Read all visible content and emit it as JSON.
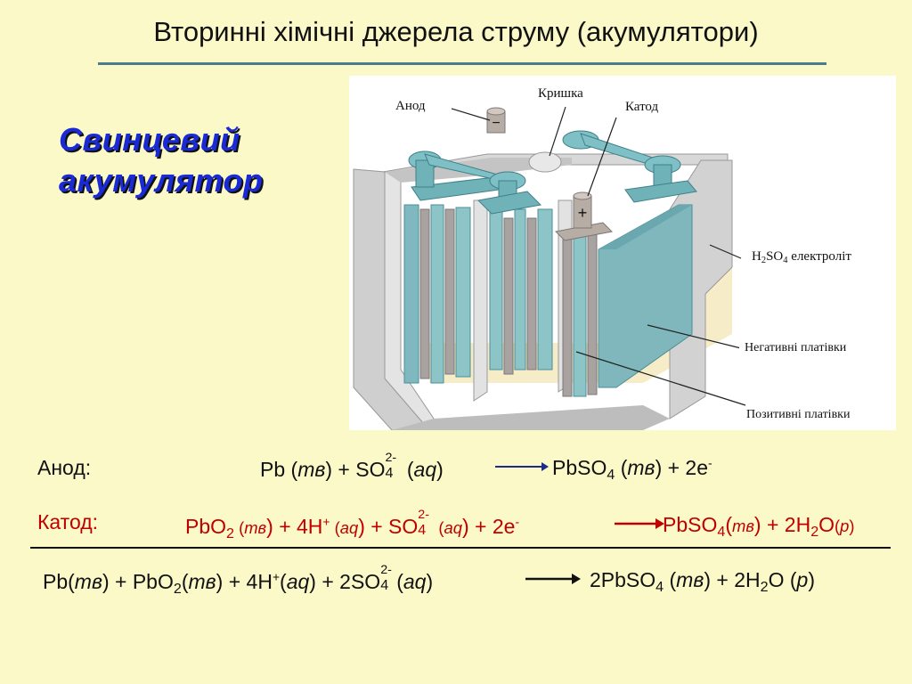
{
  "title": "Вторинні хімічні джерела струму (акумулятори)",
  "subject": {
    "line1": "Свинцевий",
    "line2": "акумулятор"
  },
  "figure": {
    "anode": "Анод",
    "lid": "Кришка",
    "cathode": "Катод",
    "electrolyte_formula": {
      "a": "H",
      "b": "2",
      "c": "SO",
      "d": "4",
      "e": " електроліт"
    },
    "negative_plates": "Негативні платівки",
    "positive_plates": "Позитивні платівки",
    "plus_sign": "+",
    "minus_sign": "−"
  },
  "anode_eq": {
    "label": "Анод:",
    "pb": "Pb (",
    "tv": "тв",
    "close_plus_so": ") + SO",
    "ion_charge": "2-",
    "ion_sub": "4",
    "aq_open": " (",
    "aq": "aq",
    "aq_close": ")",
    "prod1": "PbSO",
    "prod1_sub": "4",
    "prod1_open": " (",
    "prod1_tv": "тв",
    "prod1_rest": ") + 2e",
    "prod1_e": "-"
  },
  "cathode_eq": {
    "label": "Катод:",
    "pbo": "PbO",
    "pbo_sub": "2",
    "open1": " (",
    "tv1": "тв",
    "close1": ") + 4H",
    "h_charge": "+",
    "open2": " (",
    "aq1": "aq",
    "close2": ") + SO",
    "ion_charge": "2-",
    "ion_sub": "4",
    "open3": " (",
    "aq2": "aq",
    "close3": ") + 2e",
    "e_charge": "-",
    "prod": "PbSO",
    "prod_sub": "4",
    "open4": "(",
    "tv2": "тв",
    "close4": ") + 2H",
    "h2_sub": "2",
    "o": "O",
    "open5": "(",
    "p": "р",
    "close5": ")"
  },
  "total_eq": {
    "pb": "Pb(",
    "tv1": "тв",
    "mid1": ") + PbO",
    "sub1": "2",
    "open2": "(",
    "tv2": "тв",
    "mid2": ") + 4H",
    "h_charge": "+",
    "open3": "(",
    "aq1": "aq",
    "mid3": ") + 2SO",
    "ion_charge": "2-",
    "ion_sub": "4",
    "open4": "(",
    "aq2": "aq",
    "close4": ")",
    "prod": "2PbSO",
    "prod_sub": "4",
    "open5": " (",
    "tv3": "тв",
    "mid5": ") + 2H",
    "h2_sub": "2",
    "o": "O (",
    "p": "р",
    "close6": ")"
  }
}
